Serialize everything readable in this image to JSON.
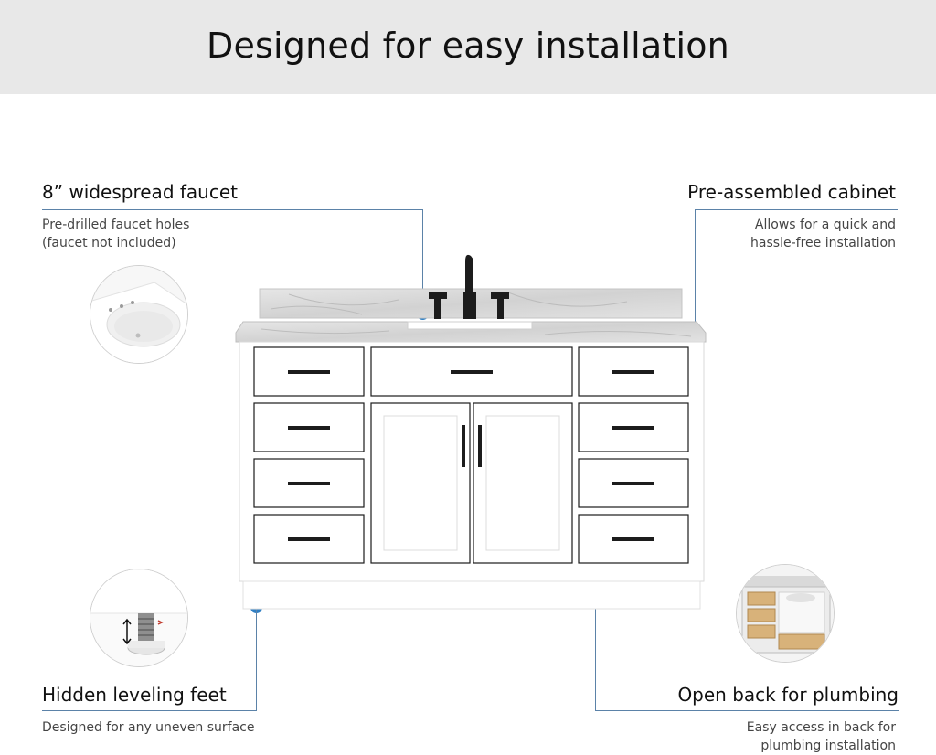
{
  "banner": {
    "title": "Designed for easy installation"
  },
  "features": {
    "faucet": {
      "title": "8” widespread faucet",
      "desc_line1": "Pre-drilled faucet holes",
      "desc_line2": "(faucet not included)",
      "icon": "sink-basin-icon"
    },
    "cabinet": {
      "title": "Pre-assembled cabinet",
      "desc_line1": "Allows for  a quick and",
      "desc_line2": "hassle-free installation"
    },
    "feet": {
      "title": "Hidden leveling feet",
      "desc_line1": "Designed for any uneven surface",
      "icon": "leveling-foot-icon"
    },
    "back": {
      "title": "Open back for plumbing",
      "desc_line1": "Easy access in back for",
      "desc_line2": "plumbing installation",
      "icon": "open-back-cabinet-icon"
    }
  },
  "colors": {
    "banner_bg": "#e8e8e8",
    "accent_dot": "#2f7fc4",
    "leader_line": "#5b82a8",
    "cabinet": "#ffffff",
    "hardware": "#1c1c1c",
    "marble": "#d9d9d9"
  }
}
